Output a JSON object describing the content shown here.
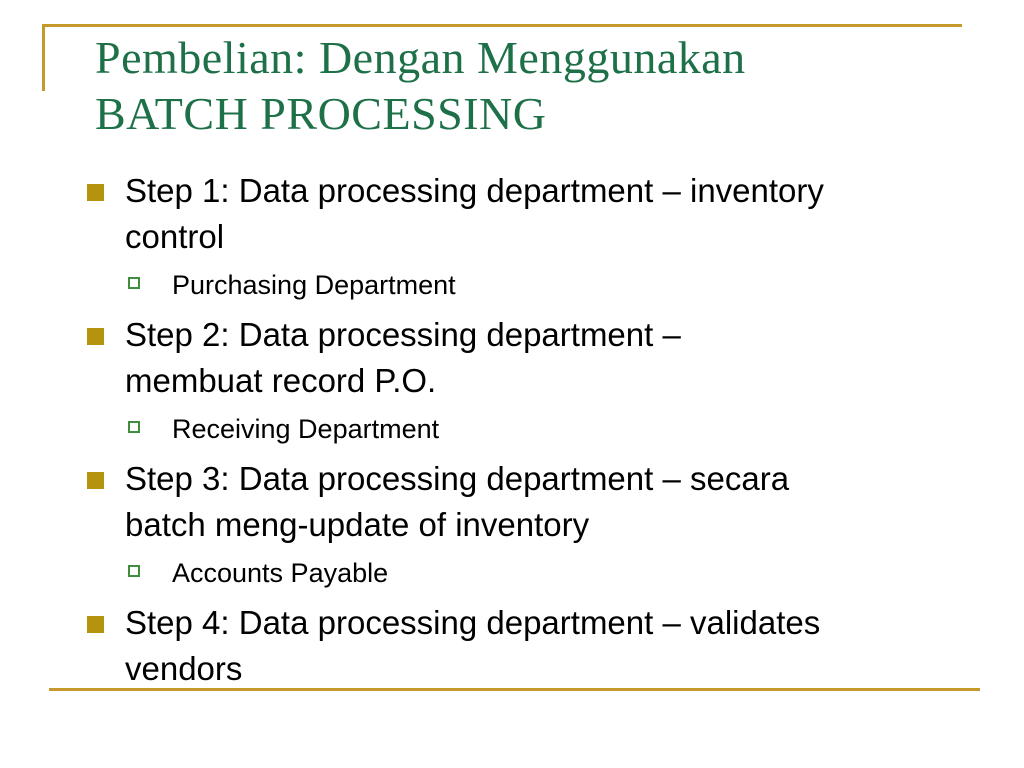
{
  "slide": {
    "title": {
      "line1": "Pembelian: Dengan Menggunakan",
      "line2": "BATCH PROCESSING"
    },
    "colors": {
      "title_green": "#1E7048",
      "rule_gold": "#C6992C",
      "bullet_gold": "#B5930D",
      "sub_bullet_green": "#3E8E3E",
      "body_text": "#000000"
    },
    "bullets": [
      {
        "level": 1,
        "lines": {
          "0": "Step 1: Data processing department – inventory",
          "1": "control"
        }
      },
      {
        "level": 2,
        "lines": {
          "0": "Purchasing Department"
        }
      },
      {
        "level": 1,
        "lines": {
          "0": "Step 2: Data processing department –",
          "1": "membuat record P.O."
        }
      },
      {
        "level": 2,
        "lines": {
          "0": "Receiving Department"
        }
      },
      {
        "level": 1,
        "lines": {
          "0": "Step 3: Data processing department – secara",
          "1": "batch meng-update of inventory"
        }
      },
      {
        "level": 2,
        "lines": {
          "0": "Accounts Payable"
        }
      },
      {
        "level": 1,
        "lines": {
          "0": "Step 4: Data processing department – validates",
          "1": "vendors"
        }
      }
    ]
  }
}
